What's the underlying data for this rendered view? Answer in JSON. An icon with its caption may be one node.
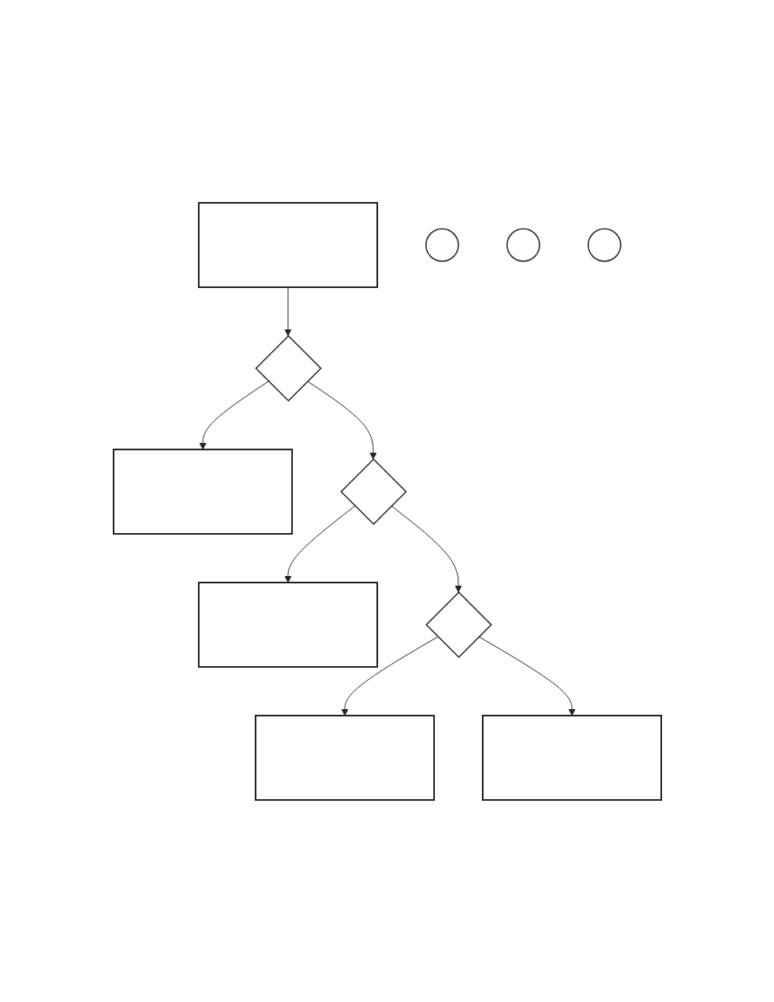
{
  "diagram": {
    "nodes": [
      {
        "text": [],
        "shape": "box"
      },
      {
        "text": [],
        "shape": "circle"
      },
      {
        "text": [],
        "shape": "diamond"
      },
      {
        "text": [],
        "shape": "box"
      },
      {
        "text": [],
        "shape": "circle"
      },
      {
        "text": [],
        "shape": "diamond"
      },
      {
        "text": [],
        "shape": "box"
      },
      {
        "text": [],
        "shape": "circle"
      },
      {
        "text": [],
        "shape": "diamond"
      },
      {
        "text": [],
        "shape": "box"
      },
      {
        "text": [],
        "shape": "box"
      }
    ],
    "edges": [
      {
        "from": 0,
        "to": 2,
        "arrow": "to"
      },
      {
        "from": 2,
        "to": 3,
        "arrow": "to"
      },
      {
        "from": 2,
        "to": 5,
        "arrow": "to"
      },
      {
        "from": 5,
        "to": 6,
        "arrow": "to"
      },
      {
        "from": 5,
        "to": 8,
        "arrow": "to"
      },
      {
        "from": 8,
        "to": 9,
        "arrow": "to"
      },
      {
        "from": 8,
        "to": 10,
        "arrow": "to"
      }
    ]
  }
}
